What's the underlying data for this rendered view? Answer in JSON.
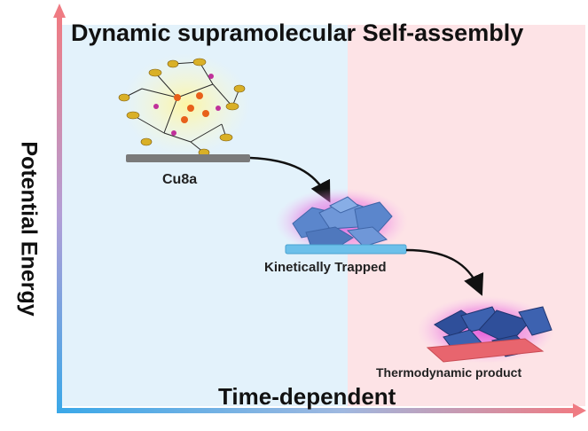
{
  "title": "Dynamic supramolecular Self-assembly",
  "y_axis_label": "Potential Energy",
  "x_axis_label": "Time-dependent",
  "states": {
    "start": "Cu8a",
    "intermediate": "Kinetically Trapped",
    "final": "Thermodynamic product"
  },
  "colors": {
    "left_region": "#e3f2fb",
    "right_region": "#fde3e6",
    "axis_start": "#3aa8e8",
    "axis_end": "#ef7b83",
    "glow": "#e040d8",
    "block_blue": "#5b86cc",
    "block_dark": "#2f4f9a",
    "slab_gray": "#7a7a7a",
    "slab_blue": "#6cc0ea",
    "slab_red": "#e8656e",
    "molecule_gold": "#d9b027"
  }
}
